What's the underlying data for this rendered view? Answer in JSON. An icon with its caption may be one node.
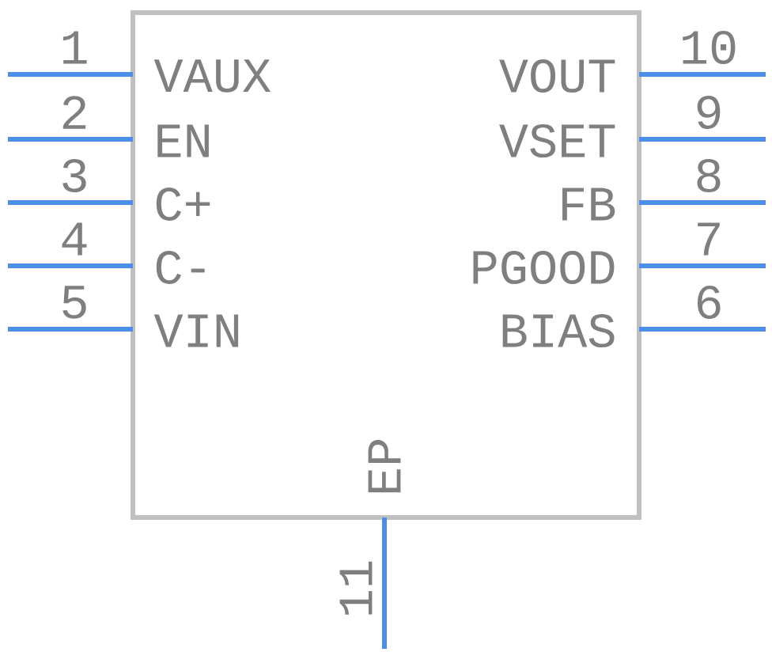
{
  "diagram": {
    "nodes": [
      {
        "text": [
          "VAUX",
          "VOUT",
          "EN",
          "VSET",
          "C+",
          "FB",
          "C-",
          "PGOOD",
          "VIN",
          "BIAS",
          "EP"
        ]
      }
    ],
    "labels": [
      "1",
      "2",
      "3",
      "4",
      "5",
      "6",
      "7",
      "8",
      "9",
      "10",
      "11"
    ]
  }
}
